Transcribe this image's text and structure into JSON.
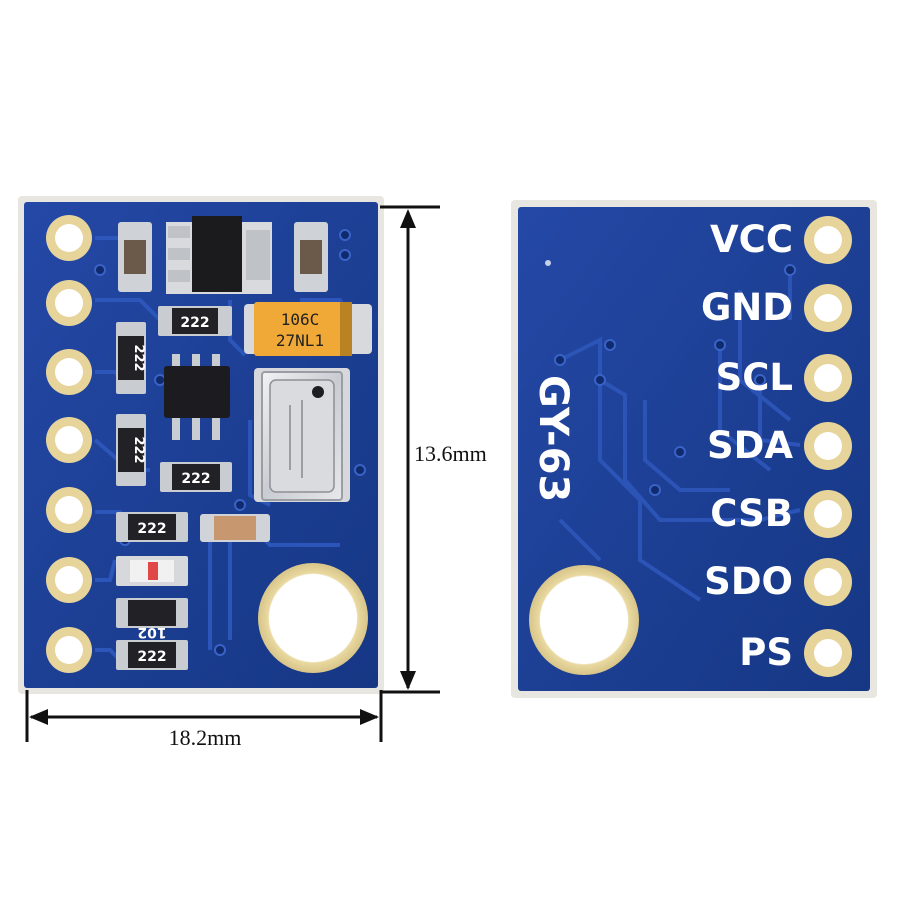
{
  "dimensions": {
    "width_label": "18.2mm",
    "height_label": "13.6mm"
  },
  "back_board": {
    "model_label": "GY-63",
    "pins": [
      "VCC",
      "GND",
      "SCL",
      "SDA",
      "CSB",
      "SDO",
      "PS"
    ]
  },
  "front_board": {
    "resistor_labels": [
      "222",
      "222",
      "222",
      "222",
      "102",
      "222"
    ],
    "capacitor_label_line1": "106C",
    "capacitor_label_line2": "27NL1"
  },
  "colors": {
    "pcb_blue": "#1a3f9a",
    "pcb_edge": "#e7e5df",
    "pad_gold": "#e6d49a",
    "capacitor_orange": "#f0a936",
    "dimension_line": "#111111"
  }
}
